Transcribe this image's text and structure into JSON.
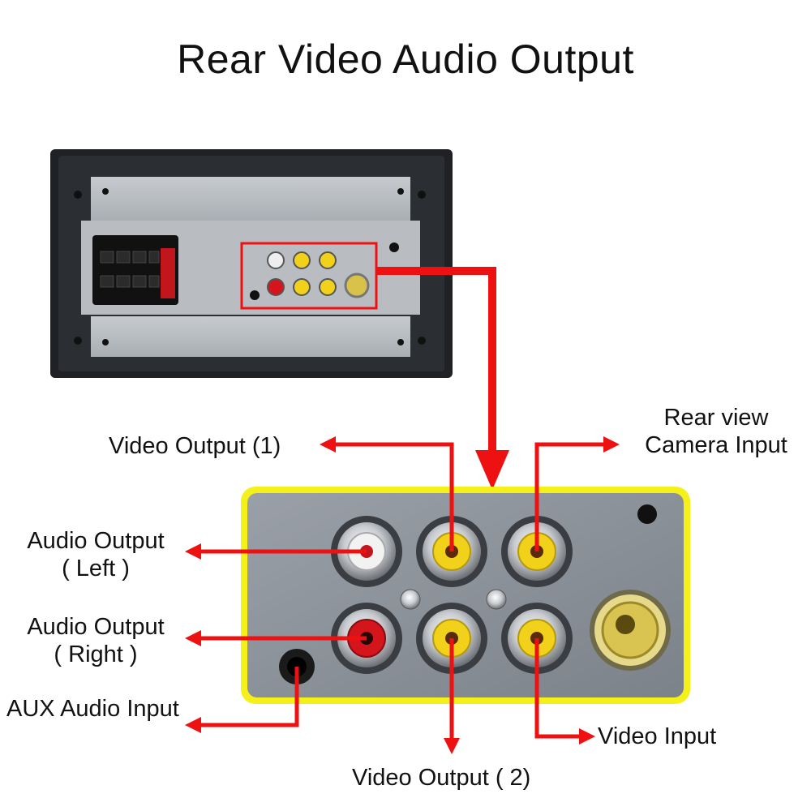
{
  "title": "Rear Video Audio Output",
  "labels": {
    "video_output_1": "Video Output (1)",
    "rear_camera_line1": "Rear view",
    "rear_camera_line2": "Camera Input",
    "audio_left_line1": "Audio Output",
    "audio_left_line2": "( Left )",
    "audio_right_line1": "Audio Output",
    "audio_right_line2": "( Right )",
    "aux_input": "AUX Audio Input",
    "video_input": "Video Input",
    "video_output_2": "Video Output ( 2)"
  },
  "colors": {
    "arrow": "#ee1111",
    "highlight_frame": "#f5ef1a",
    "panel": "#8b9198",
    "rca_yellow": "#f2d11a",
    "rca_red": "#d4151c",
    "rca_white": "#f2f2f2"
  }
}
